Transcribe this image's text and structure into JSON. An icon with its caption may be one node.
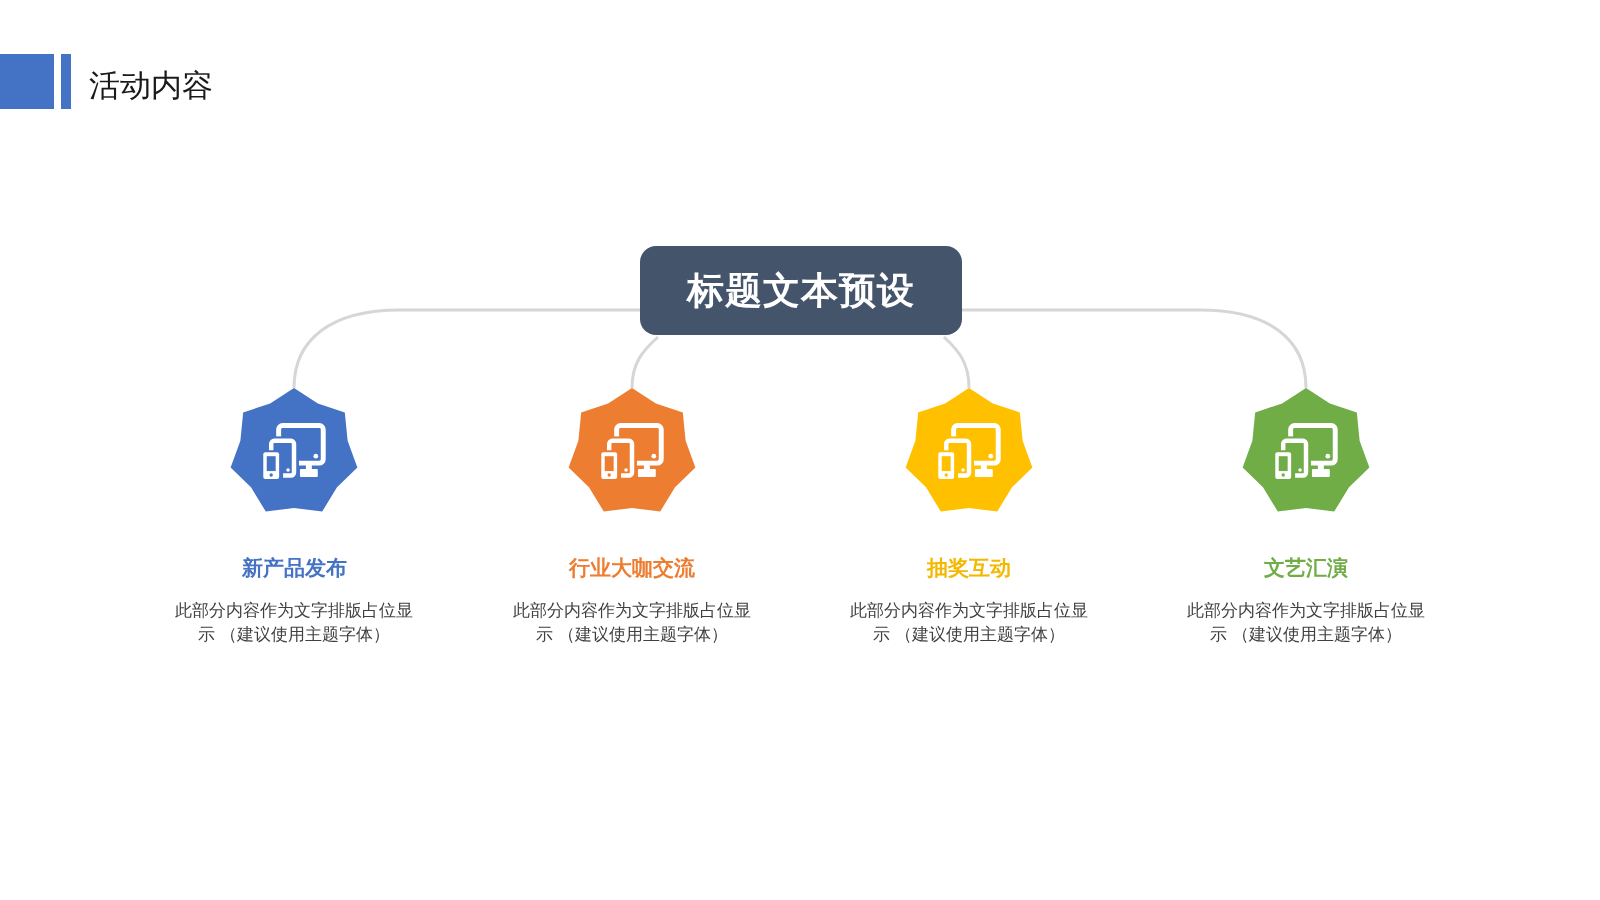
{
  "diagram": {
    "title": "活动内容",
    "nodes": [
      {
        "text": [
          "标题文本预设"
        ]
      },
      {
        "text": [
          "新产品发布",
          "此部分内容作为文字排版占位显示 （建议使用主题字体）"
        ]
      },
      {
        "text": [
          "行业大咖交流",
          "此部分内容作为文字排版占位显示 （建议使用主题字体）"
        ]
      },
      {
        "text": [
          "抽奖互动",
          "此部分内容作为文字排版占位显示 （建议使用主题字体）"
        ]
      },
      {
        "text": [
          "文艺汇演",
          "此部分内容作为文字排版占位显示 （建议使用主题字体）"
        ]
      }
    ],
    "edges": [
      {
        "from": 0,
        "to": 1,
        "arrow": "none"
      },
      {
        "from": 0,
        "to": 2,
        "arrow": "none"
      },
      {
        "from": 0,
        "to": 3,
        "arrow": "none"
      },
      {
        "from": 0,
        "to": 4,
        "arrow": "none"
      }
    ]
  }
}
